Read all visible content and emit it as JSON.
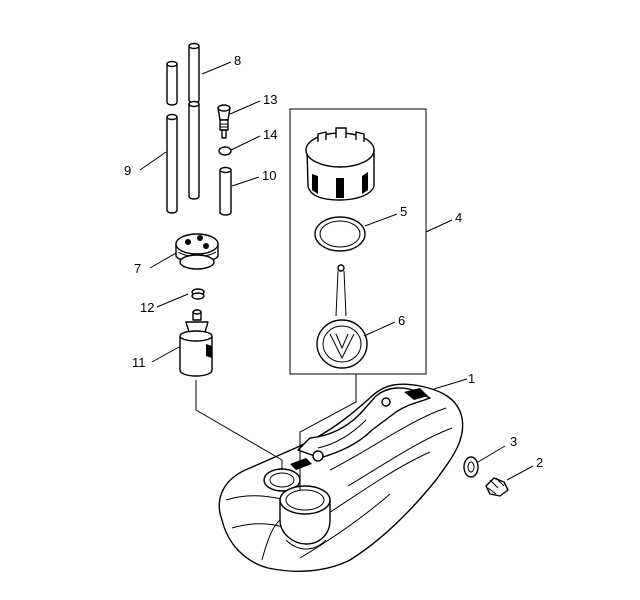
{
  "callouts": [
    {
      "id": "p1",
      "text": "1"
    },
    {
      "id": "p2",
      "text": "2"
    },
    {
      "id": "p3",
      "text": "3"
    },
    {
      "id": "p4",
      "text": "4"
    },
    {
      "id": "p5",
      "text": "5"
    },
    {
      "id": "p6",
      "text": "6"
    },
    {
      "id": "p7",
      "text": "7"
    },
    {
      "id": "p8",
      "text": "8"
    },
    {
      "id": "p9",
      "text": "9"
    },
    {
      "id": "p10",
      "text": "10"
    },
    {
      "id": "p11",
      "text": "11"
    },
    {
      "id": "p12",
      "text": "12"
    },
    {
      "id": "p13",
      "text": "13"
    },
    {
      "id": "p14",
      "text": "14"
    }
  ],
  "colors": {
    "line": "#000000",
    "background": "#ffffff"
  }
}
